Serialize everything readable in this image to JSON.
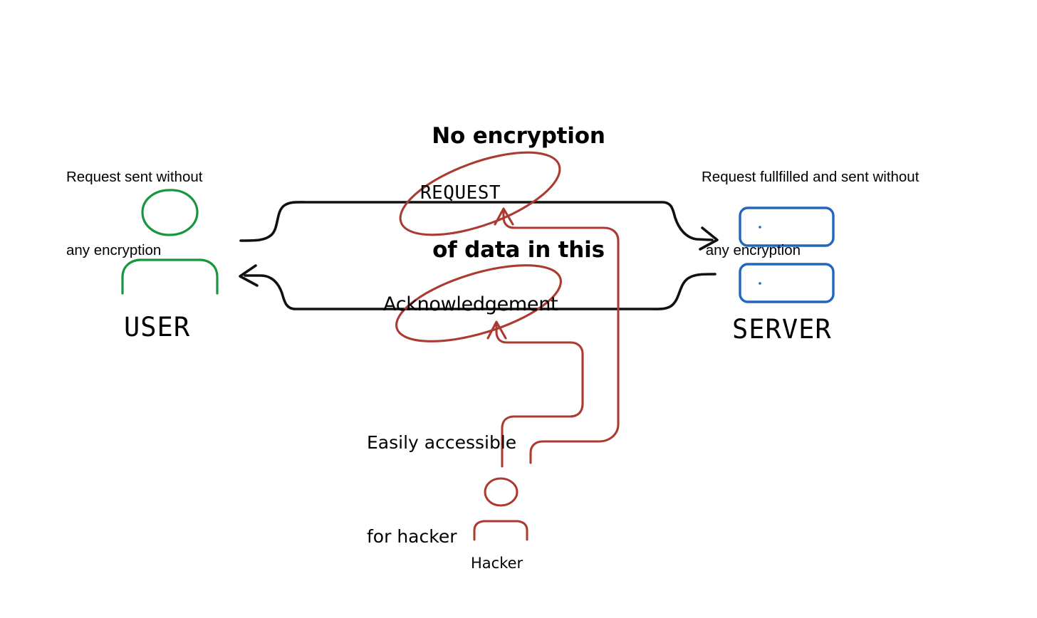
{
  "title": {
    "line1": "No encryption",
    "line2": "of data in this"
  },
  "notes": {
    "left": {
      "line1": "Request sent without",
      "line2": "any encryption"
    },
    "right": {
      "line1": "Request fullfilled and sent without",
      "line2": " any encryption"
    },
    "hacker": {
      "line1": "Easily accessible",
      "line2": "for hacker"
    }
  },
  "flow": {
    "request_label": "REQUEST",
    "acknowledgement_label": "Acknowledgement"
  },
  "actors": {
    "user_label": "USER",
    "server_label": "SERVER",
    "hacker_label": "Hacker"
  },
  "colors": {
    "user_green": "#17963f",
    "server_blue": "#2166bb",
    "hacker_red": "#ab3b31",
    "line_black": "#111111",
    "background": "#ffffff"
  },
  "icons": {
    "user": "person-icon",
    "server": "server-stack-icon",
    "hacker": "person-icon",
    "request_arrow": "arrow-right-icon",
    "ack_arrow": "arrow-left-icon",
    "tap_arrow": "arrow-up-icon",
    "highlight": "ellipse-highlight-icon"
  }
}
